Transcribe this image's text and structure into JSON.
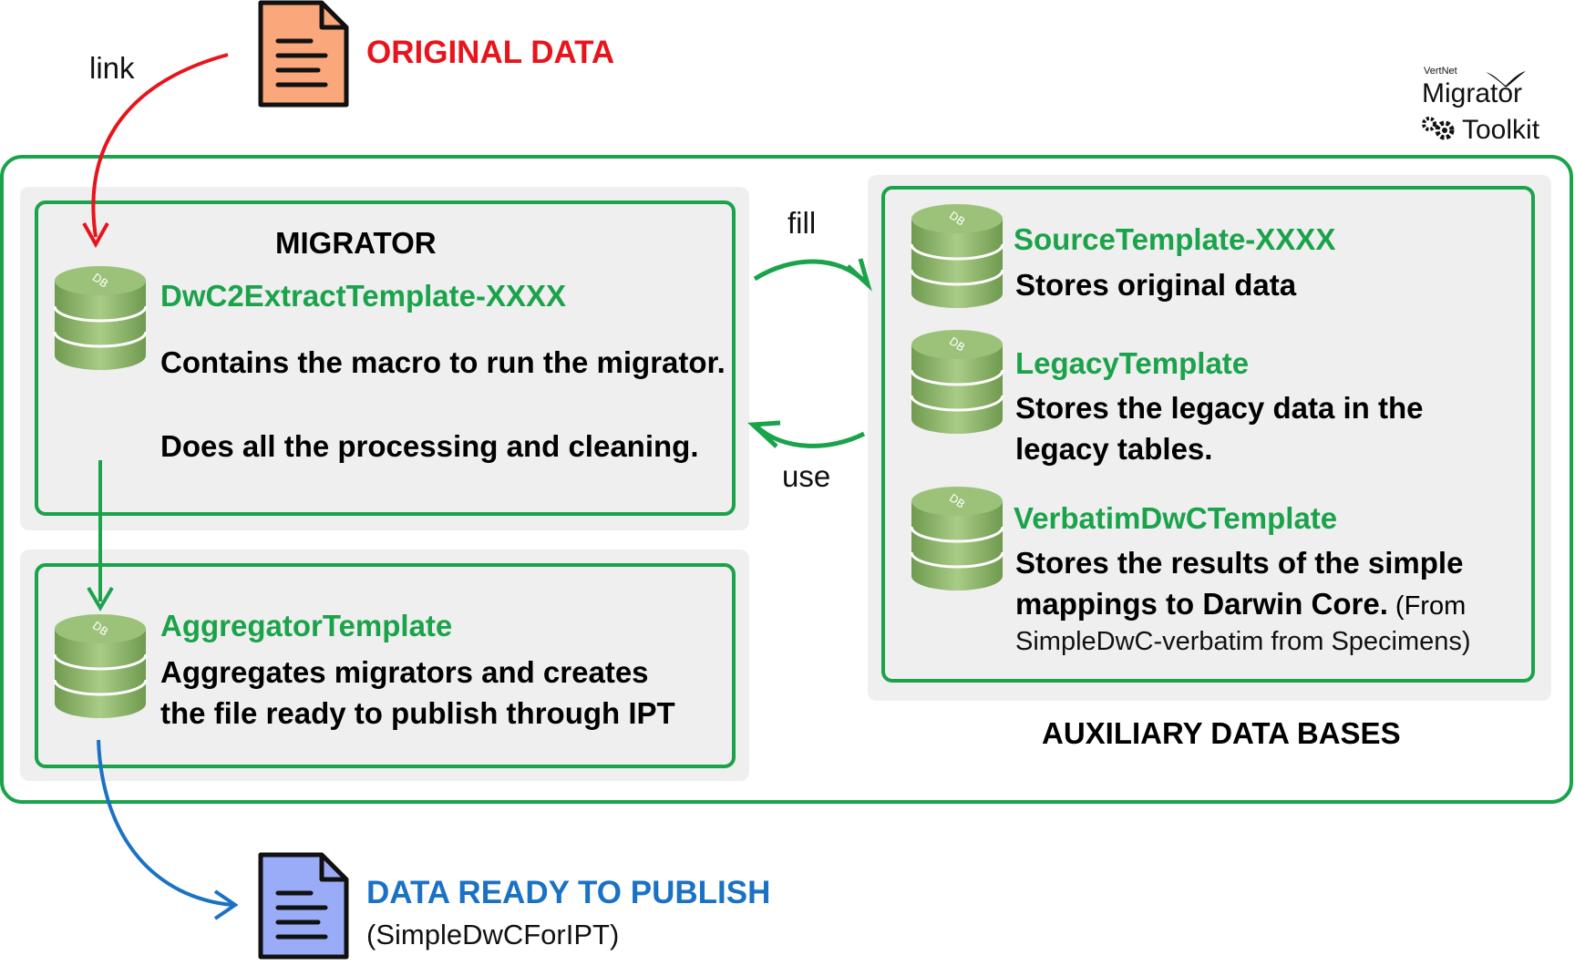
{
  "header": {
    "original_data": "ORIGINAL DATA",
    "link_label": "link"
  },
  "logo": {
    "vertnet": "VertNet",
    "migrator": "Migrator",
    "toolkit": "Toolkit"
  },
  "migrator": {
    "heading": "MIGRATOR",
    "db_name": "DwC2ExtractTemplate-XXXX",
    "line1": "Contains the macro to run the migrator.",
    "line2": "Does all the processing and cleaning."
  },
  "aggregator": {
    "db_name": "AggregatorTemplate",
    "line1": "Aggregates migrators and creates",
    "line2": "the file ready to publish through IPT"
  },
  "flow": {
    "fill_label": "fill",
    "use_label": "use"
  },
  "auxiliary": {
    "footer": "AUXILIARY DATA BASES",
    "source": {
      "db_name": "SourceTemplate-XXXX",
      "line1": "Stores original data"
    },
    "legacy": {
      "db_name": "LegacyTemplate",
      "line1": "Stores the legacy data in the",
      "line2": "legacy tables."
    },
    "verbatim": {
      "db_name": "VerbatimDwCTemplate",
      "line1": "Stores the results of the simple",
      "line2_bold": "mappings to Darwin Core.",
      "line2_note": " (From",
      "line3": "SimpleDwC-verbatim from Specimens)"
    }
  },
  "output": {
    "title": "DATA READY TO PUBLISH",
    "subtitle": "(SimpleDwCForIPT)"
  },
  "db_icon_label": "DB",
  "colors": {
    "green": "#1aa34a",
    "red": "#e8141c",
    "blue": "#1a72c4",
    "orange_doc": "#f9a77b",
    "blue_doc": "#9aacf7",
    "panel_gray": "#efefef",
    "db_green": "#7ea65c"
  },
  "icons": [
    "document-icon-orange",
    "document-icon-blue",
    "database-icon",
    "gears-icon",
    "bird-icon"
  ]
}
